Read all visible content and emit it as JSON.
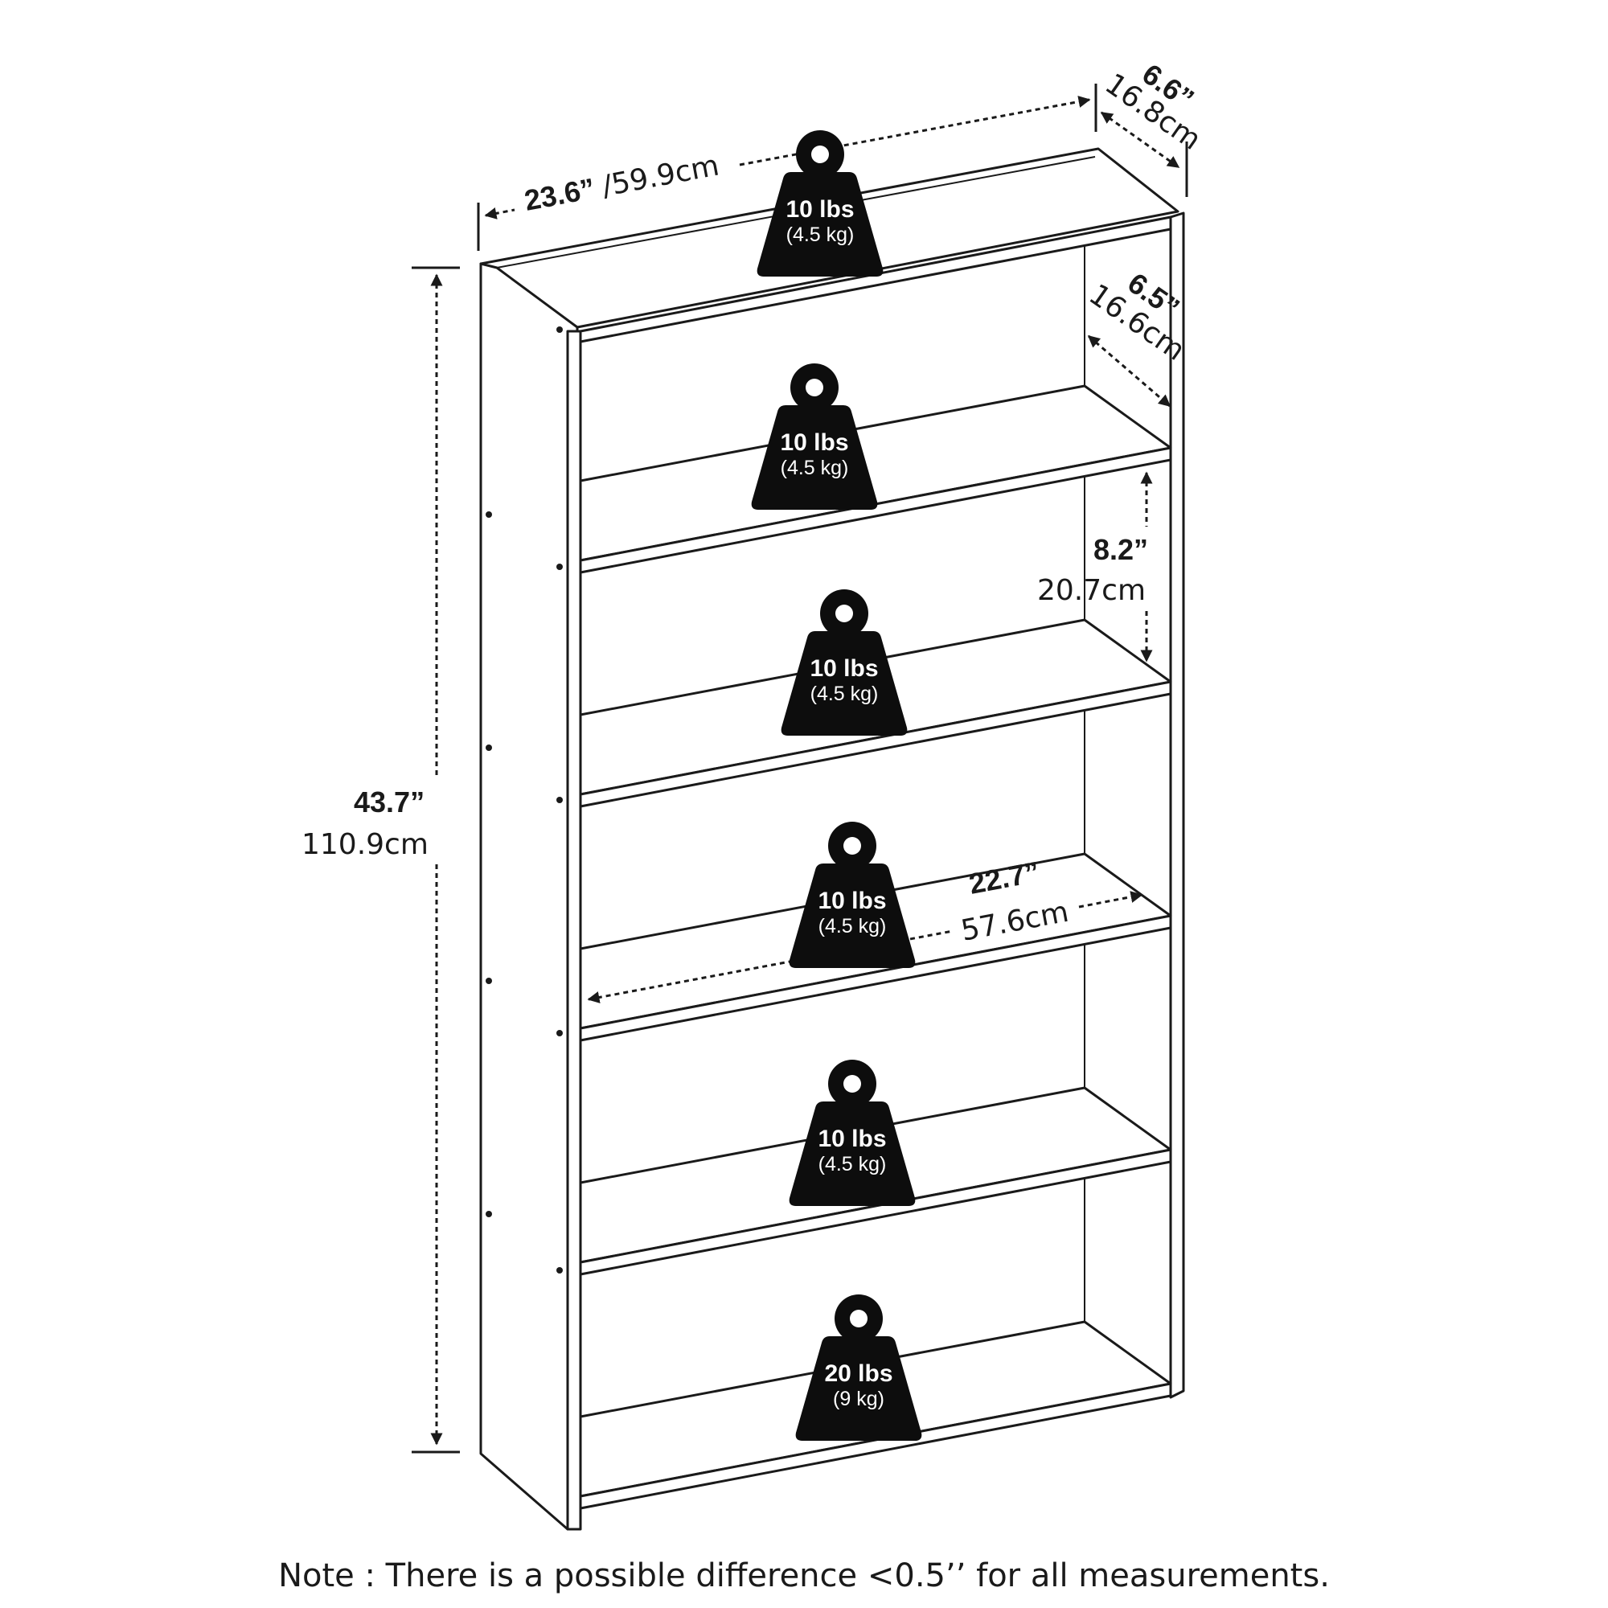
{
  "dimensions": {
    "width_in": "23.6”",
    "width_cm": "/59.9cm",
    "depth_in": "6.6”",
    "depth_cm": "16.8cm",
    "height_in": "43.7”",
    "height_cm": "110.9cm",
    "shelf_depth_in": "6.5”",
    "shelf_depth_cm": "16.6cm",
    "shelf_gap_in": "8.2”",
    "shelf_gap_cm": "20.7cm",
    "inner_width_in": "22.7”",
    "inner_width_cm": "57.6cm"
  },
  "weights": [
    {
      "lbs": "10 lbs",
      "kg": "(4.5 kg)"
    },
    {
      "lbs": "10 lbs",
      "kg": "(4.5 kg)"
    },
    {
      "lbs": "10 lbs",
      "kg": "(4.5 kg)"
    },
    {
      "lbs": "10 lbs",
      "kg": "(4.5 kg)"
    },
    {
      "lbs": "10 lbs",
      "kg": "(4.5 kg)"
    },
    {
      "lbs": "20 lbs",
      "kg": "(9 kg)"
    }
  ],
  "note": "Note : There is a possible difference <0.5’’ for all measurements.",
  "colors": {
    "line": "#1a1a1a",
    "weight_fill": "#0d0d0d",
    "background": "#ffffff"
  }
}
